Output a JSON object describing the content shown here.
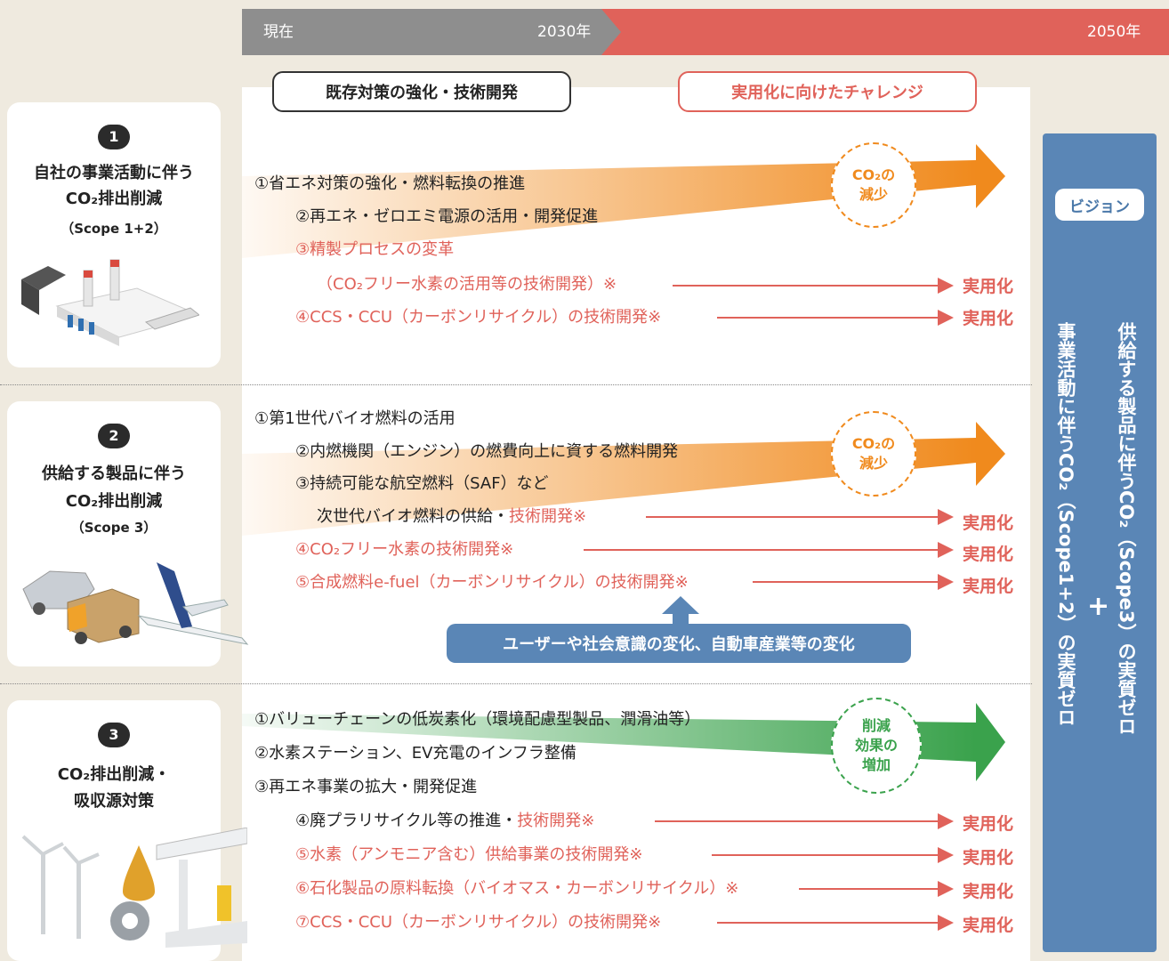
{
  "timeline": {
    "now": "現在",
    "mid": "2030年",
    "end": "2050年"
  },
  "phases": {
    "existing": "既存対策の強化・技術開発",
    "challenge": "実用化に向けたチャレンジ"
  },
  "sections": [
    {
      "number": "1",
      "title_lines": [
        "自社の事業活動に伴う",
        "CO₂排出削減"
      ],
      "subtitle": "（Scope 1+2）"
    },
    {
      "number": "2",
      "title_lines": [
        "供給する製品に伴う",
        "CO₂排出削減"
      ],
      "subtitle": "（Scope 3）"
    },
    {
      "number": "3",
      "title_lines": [
        "CO₂排出削減・",
        "吸収源対策"
      ],
      "subtitle": ""
    }
  ],
  "s1_items": [
    "①省エネ対策の強化・燃料転換の推進",
    "②再エネ・ゼロエミ電源の活用・開発促進",
    "③精製プロセスの変革",
    "（CO₂フリー水素の活用等の技術開発）※",
    "④CCS・CCU（カーボンリサイクル）の技術開発※"
  ],
  "s2_items": [
    "①第1世代バイオ燃料の活用",
    "②内燃機関（エンジン）の燃費向上に資する燃料開発",
    "③持続可能な航空燃料（SAF）など",
    "次世代バイオ燃料の供給・",
    "技術開発※",
    "④CO₂フリー水素の技術開発※",
    "⑤合成燃料e-fuel（カーボンリサイクル）の技術開発※"
  ],
  "s3_items": [
    "①バリューチェーンの低炭素化（環境配慮型製品、潤滑油等）",
    "②水素ステーション、EV充電のインフラ整備",
    "③再エネ事業の拡大・開発促進",
    "④廃プラリサイクル等の推進・",
    "技術開発※",
    "⑤水素（アンモニア含む）供給事業の技術開発※",
    "⑥石化製品の原料転換（バイオマス・カーボンリサイクル）※",
    "⑦CCS・CCU（カーボンリサイクル）の技術開発※"
  ],
  "practical": "実用化",
  "clouds": {
    "co2_reduce": [
      "CO₂の",
      "減少"
    ],
    "effect_up": [
      "削減",
      "効果の",
      "増加"
    ]
  },
  "banner": "ユーザーや社会意識の変化、自動車産業等の変化",
  "vision": {
    "badge": "ビジョン",
    "line1": "供給する製品に伴うCO₂（Scope3）の実質ゼロ",
    "plus": "+",
    "line2": "事業活動に伴うCO₂（Scope1+2）の実質ゼロ"
  },
  "colors": {
    "red": "#e0625a",
    "orange": "#f08a1d",
    "green": "#3aa24c",
    "blue": "#5a86b6",
    "gray": "#8e8e8e"
  }
}
